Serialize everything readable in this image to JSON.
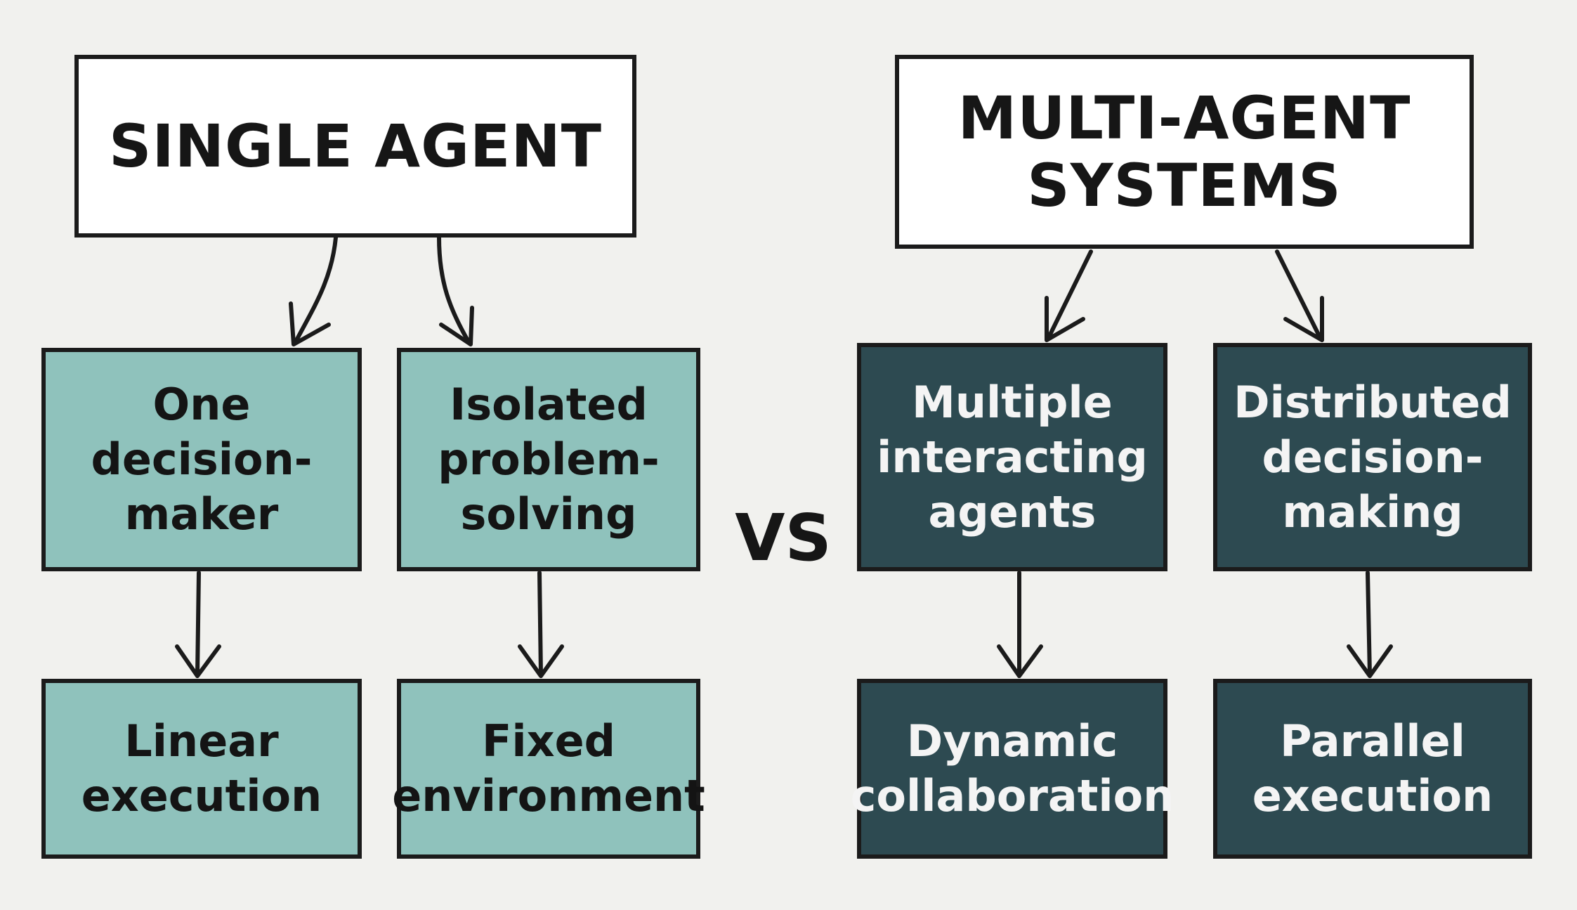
{
  "single_agent": {
    "title": "SINGLE AGENT",
    "items": [
      "One\ndecision-\nmaker",
      "Isolated\nproblem-\nsolving",
      "Linear\nexecution",
      "Fixed\nenvironment"
    ]
  },
  "multi_agent": {
    "title": "MULTI-AGENT\nSYSTEMS",
    "items": [
      "Multiple\ninteracting\nagents",
      "Distributed\ndecision-\nmaking",
      "Dynamic\ncollaboration",
      "Parallel\nexecution"
    ]
  },
  "vs_label": "VS",
  "colors": {
    "background": "#f1f1ee",
    "single_agent_fill": "#8fc2bc",
    "multi_agent_fill": "#2d4a51",
    "header_fill": "#ffffff",
    "stroke": "#1b1b1b"
  }
}
